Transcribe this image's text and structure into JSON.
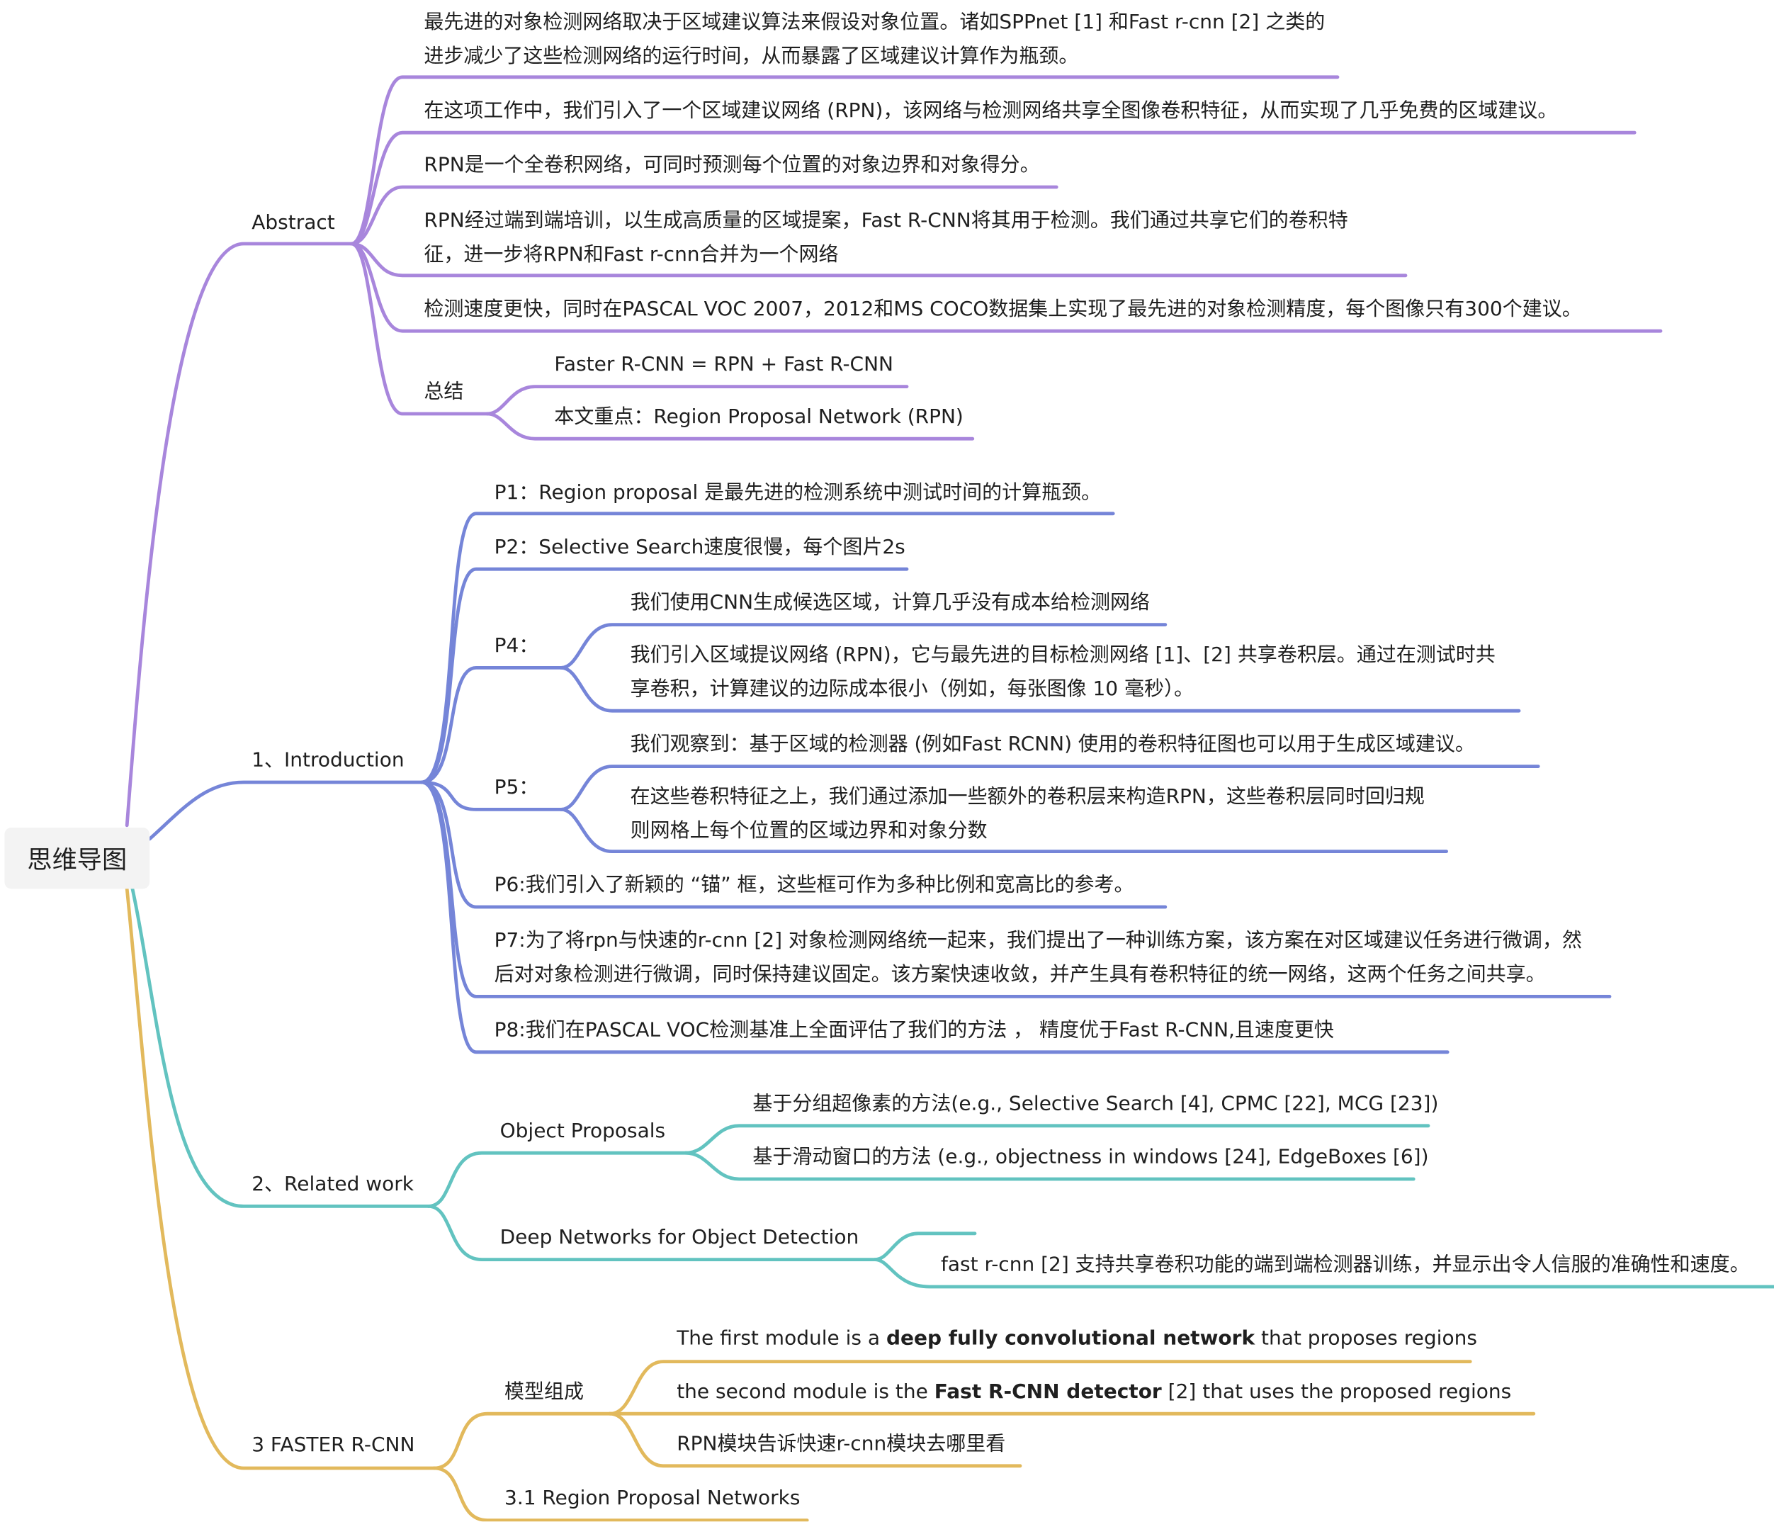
{
  "colors": {
    "abstract": "#a886dc",
    "intro": "#7585d8",
    "related": "#62c3c0",
    "faster": "#e2b95c"
  },
  "root": "思维导图",
  "abstract": {
    "title": "Abstract",
    "items": [
      "最先进的对象检测网络取决于区域建议算法来假设对象位置。诸如SPPnet [1] 和Fast r-cnn [2] 之类的",
      "进步减少了这些检测网络的运行时间，从而暴露了区域建议计算作为瓶颈。",
      "在这项工作中，我们引入了一个区域建议网络 (RPN)，该网络与检测网络共享全图像卷积特征，从而实现了几乎免费的区域建议。",
      "RPN是一个全卷积网络，可同时预测每个位置的对象边界和对象得分。",
      "RPN经过端到端培训，以生成高质量的区域提案，Fast R-CNN将其用于检测。我们通过共享它们的卷积特",
      "征，进一步将RPN和Fast r-cnn合并为一个网络",
      "检测速度更快，同时在PASCAL VOC 2007，2012和MS COCO数据集上实现了最先进的对象检测精度，每个图像只有300个建议。"
    ],
    "summary": {
      "title": "总结",
      "items": [
        "Faster R-CNN = RPN + Fast R-CNN",
        "本文重点：Region Proposal Network (RPN)"
      ]
    }
  },
  "intro": {
    "title": "1、Introduction",
    "p1": "P1：Region proposal 是最先进的检测系统中测试时间的计算瓶颈。",
    "p2": "P2：Selective Search速度很慢，每个图片2s",
    "p4": {
      "title": "P4：",
      "items": [
        "我们使用CNN生成候选区域，计算几乎没有成本给检测网络",
        "我们引入区域提议网络 (RPN)，它与最先进的目标检测网络 [1]、[2] 共享卷积层。通过在测试时共",
        "享卷积，计算建议的边际成本很小（例如，每张图像 10 毫秒）。"
      ]
    },
    "p5": {
      "title": "P5：",
      "items": [
        "我们观察到：基于区域的检测器 (例如Fast RCNN) 使用的卷积特征图也可以用于生成区域建议。",
        "在这些卷积特征之上，我们通过添加一些额外的卷积层来构造RPN，这些卷积层同时回归规",
        "则网格上每个位置的区域边界和对象分数"
      ]
    },
    "p6": "P6:我们引入了新颖的 “锚” 框，这些框可作为多种比例和宽高比的参考。",
    "p7a": "P7:为了将rpn与快速的r-cnn [2] 对象检测网络统一起来，我们提出了一种训练方案，该方案在对区域建议任务进行微调，然",
    "p7b": "后对对象检测进行微调，同时保持建议固定。该方案快速收敛，并产生具有卷积特征的统一网络，这两个任务之间共享。",
    "p8": "P8:我们在PASCAL VOC检测基准上全面评估了我们的方法 ， 精度优于Fast R-CNN,且速度更快"
  },
  "related": {
    "title": "2、Related work",
    "op": {
      "title": "Object Proposals",
      "items": [
        "基于分组超像素的方法(e.g., Selective Search [4], CPMC [22], MCG [23])",
        "基于滑动窗口的方法 (e.g., objectness in windows [24], EdgeBoxes [6])"
      ]
    },
    "dn": {
      "title": "Deep Networks for Object Detection",
      "item": "fast r-cnn [2] 支持共享卷积功能的端到端检测器训练，并显示出令人信服的准确性和速度。"
    }
  },
  "faster": {
    "title": "3 FASTER R-CNN",
    "model": {
      "title": "模型组成",
      "m1": {
        "pre": "The first module is a ",
        "bold": "deep fully convolutional network",
        "post": " that proposes regions"
      },
      "m2": {
        "pre": "the second module is the ",
        "bold": "Fast R-CNN detector",
        "post": " [2] that uses the proposed regions"
      },
      "m3": "RPN模块告诉快速r-cnn模块去哪里看"
    },
    "rpn": "3.1 Region Proposal Networks"
  }
}
